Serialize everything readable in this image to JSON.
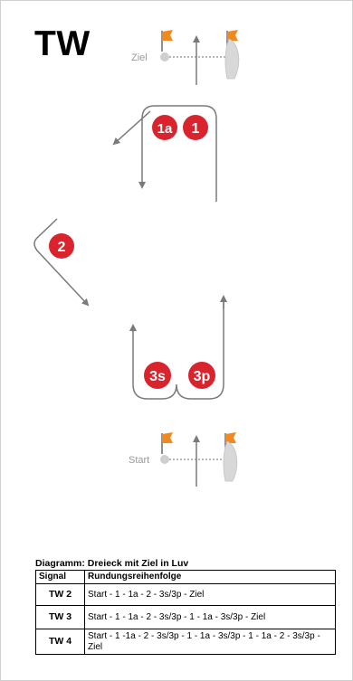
{
  "title": "TW",
  "marks": {
    "m1": "1",
    "m1a": "1a",
    "m2": "2",
    "m3s": "3s",
    "m3p": "3p"
  },
  "lines": {
    "finish_label": "Ziel",
    "start_label": "Start"
  },
  "caption": "Diagramm: Dreieck mit Ziel in Luv",
  "table": {
    "headers": [
      "Signal",
      "Rundungsreihenfolge"
    ],
    "rows": [
      {
        "signal": "TW 2",
        "order": "Start - 1 - 1a - 2 - 3s/3p - Ziel"
      },
      {
        "signal": "TW 3",
        "order": "Start - 1 - 1a - 2 - 3s/3p - 1 - 1a - 3s/3p - Ziel"
      },
      {
        "signal": "TW 4",
        "order": "Start - 1 -1a - 2 - 3s/3p - 1 - 1a - 3s/3p - 1 - 1a - 2 - 3s/3p - Ziel"
      }
    ]
  },
  "colors": {
    "mark_red": "#d9232d",
    "flag_orange": "#f08a1f",
    "path_gray": "#7a7a7a"
  }
}
